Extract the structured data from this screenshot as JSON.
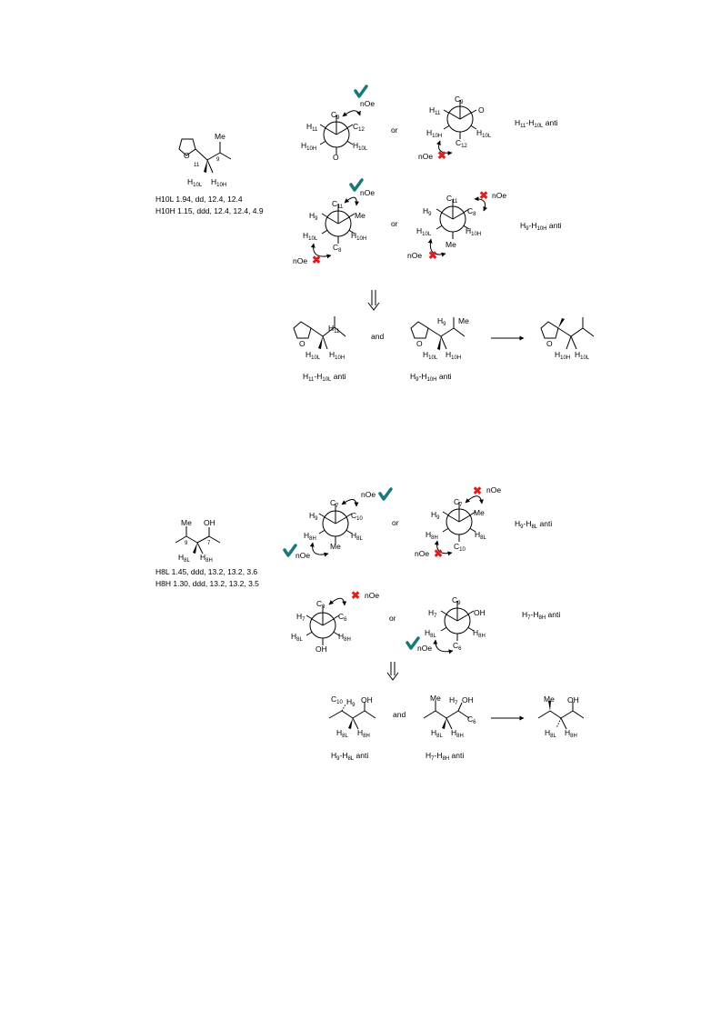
{
  "colors": {
    "check": "#1a7a7a",
    "cross": "#e02020",
    "ink": "#000000"
  },
  "words": {
    "or": "or",
    "and": "and",
    "anti": "anti",
    "noe": "nOe"
  },
  "top": {
    "shift1": "H10L 1.94, dd, 12.4, 12.4",
    "shift2": "H10H 1.15, ddd, 12.4, 12.4, 4.9",
    "label_row1": "H11-H10L anti",
    "label_row2": "H9-H10H anti",
    "caption_left": "H11-H10L anti",
    "caption_right": "H9-H10H anti"
  },
  "bottom": {
    "shift1": "H8L 1.45, ddd, 13.2, 13.2, 3.6",
    "shift2": "H8H 1.30, ddd, 13.2, 13.2, 3.5",
    "label_row1": "H9-H8L anti",
    "label_row2": "H7-H8H anti",
    "caption_left": "H9-H8L anti",
    "caption_right": "H7-H8H anti"
  },
  "atoms": {
    "o": "O",
    "me": "Me",
    "oh": "OH",
    "c": "C",
    "h": "H",
    "s9": "9",
    "s11": "11",
    "s7": "7",
    "s12": "12",
    "s6": "6",
    "s10": "10",
    "s8": "8",
    "s10l": "10L",
    "s10h": "10H",
    "s8l": "8L",
    "s8h": "8H"
  }
}
